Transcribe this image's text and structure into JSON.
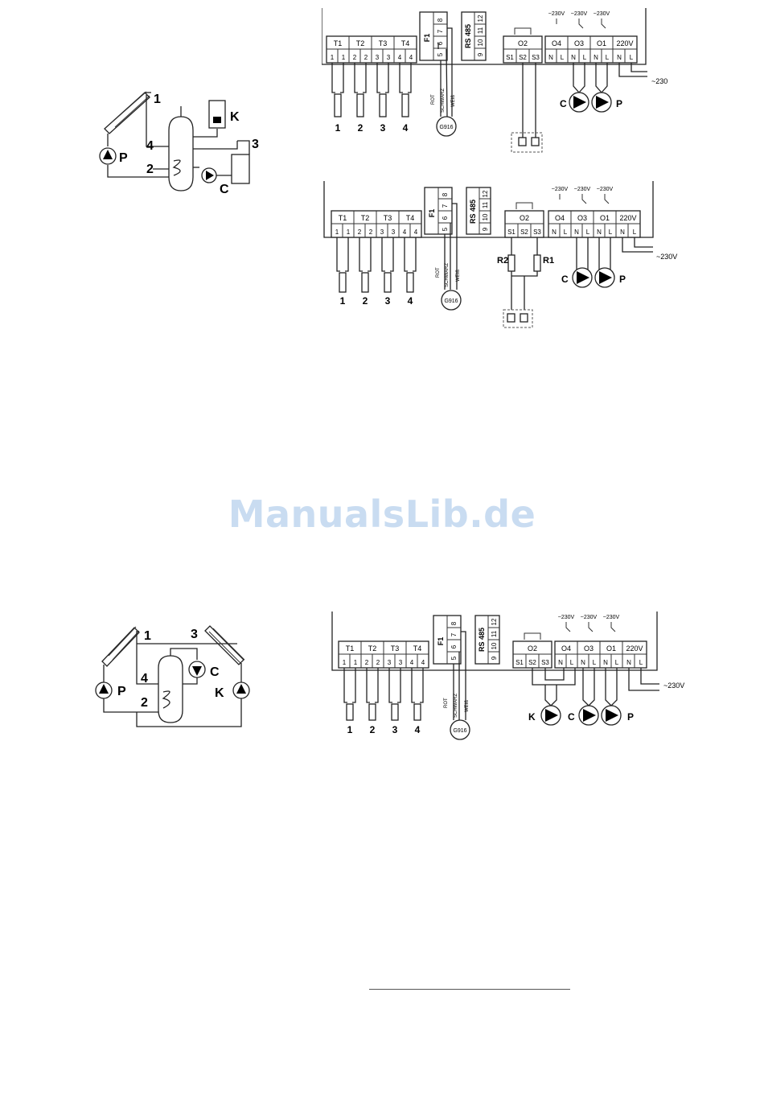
{
  "watermark": "ManualsLib.de",
  "labels": {
    "sensor_groups": [
      "T1",
      "T2",
      "T3",
      "T4"
    ],
    "sensor_pins": [
      "1",
      "1",
      "2",
      "2",
      "3",
      "3",
      "4",
      "4"
    ],
    "sensor_numbers": [
      "1",
      "2",
      "3",
      "4"
    ],
    "f1": "F1",
    "f1_pins_top": [
      "8",
      "7",
      "6",
      "5"
    ],
    "rs485": "RS 485",
    "rs485_top": [
      "12",
      "11",
      "10",
      "9"
    ],
    "rs485_pins": [
      "9",
      "10",
      "11",
      "12"
    ],
    "o2": "O2",
    "o2_pins": [
      "S1",
      "S2",
      "S3"
    ],
    "outputs": [
      "O4",
      "O3",
      "O1",
      "220V"
    ],
    "nl": [
      "N",
      "L"
    ],
    "v230": "~230V",
    "wire_colors": [
      "ROT",
      "SCHWARZ",
      "WEIß"
    ],
    "flow_sensor": "G916",
    "pump_c": "C",
    "pump_p": "P",
    "pump_k": "K",
    "r1": "R1",
    "r2": "R2",
    "hydraulic_1": [
      "1",
      "K",
      "3",
      "4",
      "2",
      "P",
      "C"
    ],
    "hydraulic_2": [
      "1",
      "3",
      "4",
      "C",
      "P",
      "2",
      "K"
    ]
  }
}
